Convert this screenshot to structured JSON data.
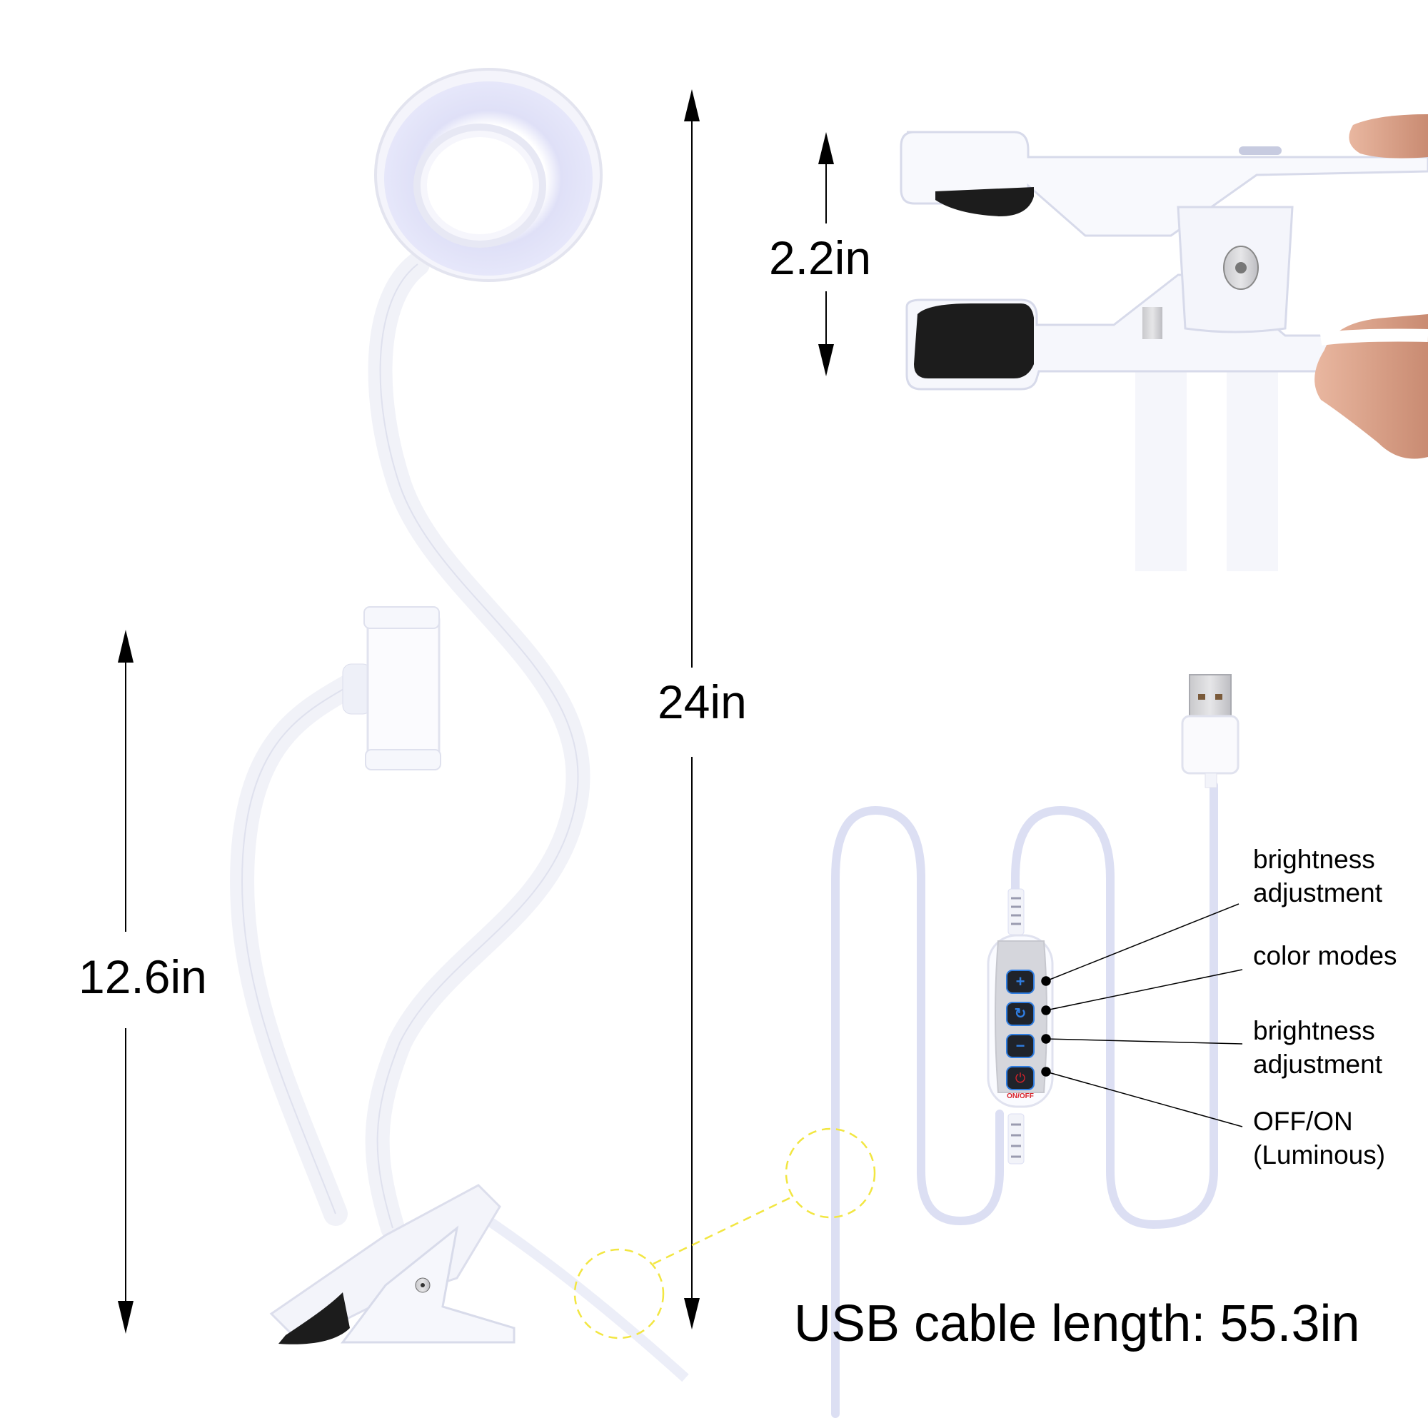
{
  "dimensions": {
    "total_height": {
      "label": "24in"
    },
    "holder_height": {
      "label": "12.6in"
    },
    "clip_opening": {
      "label": "2.2in"
    }
  },
  "cable": {
    "label": "USB cable length: 55.3in"
  },
  "controller": {
    "buttons": [
      {
        "symbol": "+",
        "icon": "plus-icon",
        "color": "#2f7de1"
      },
      {
        "symbol": "↻",
        "icon": "cycle-icon",
        "color": "#2f7de1"
      },
      {
        "symbol": "−",
        "icon": "minus-icon",
        "color": "#2f7de1"
      },
      {
        "symbol": "⏻",
        "icon": "power-icon",
        "color": "#d8232a"
      }
    ],
    "power_caption": "ON/OFF"
  },
  "callouts": [
    {
      "label": "brightness\nadjustment"
    },
    {
      "label": "color modes"
    },
    {
      "label": "brightness\nadjustment"
    },
    {
      "label": "OFF/ON\n(Luminous)"
    }
  ],
  "colors": {
    "cable": "#dcdff3",
    "accent_blue": "#2f7de1",
    "power_red": "#d8232a",
    "highlight_yellow": "#f2e641",
    "foam_black": "#1c1c1c"
  }
}
